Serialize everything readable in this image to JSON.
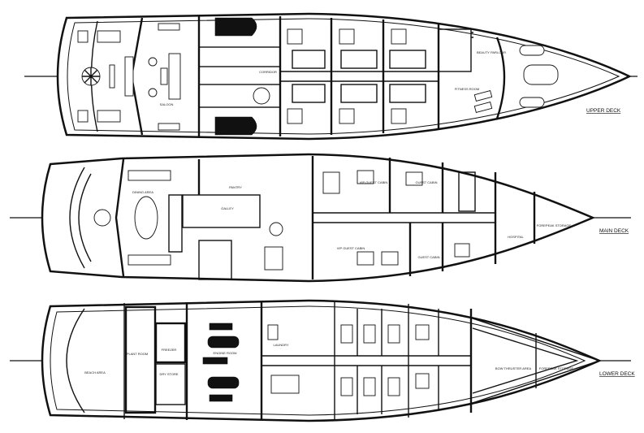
{
  "decks": {
    "upper": {
      "title": "UPPER DECK",
      "rooms": {
        "saloon": "SALOON",
        "fitness": "FITNESS ROOM",
        "beauty": "BEAUTY PARLOUR",
        "corridor": "CORRIDOR"
      }
    },
    "main": {
      "title": "MAIN DECK",
      "rooms": {
        "dining": "DINING AREA",
        "galley": "GALLEY",
        "pantry": "PANTRY",
        "hospital": "HOSPITAL",
        "forepeak": "FOREPEAK STORAGE",
        "vip_guest_1": "VIP GUEST CABIN",
        "vip_guest_2": "VIP GUEST CABIN",
        "guest_1": "GUEST CABIN",
        "guest_2": "GUEST CABIN"
      }
    },
    "lower": {
      "title": "LOWER DECK",
      "rooms": {
        "beach": "BEACH AREA",
        "plant": "PLANT ROOM",
        "freezer": "FREEZER",
        "dry_store": "DRY STORE",
        "engine": "ENGINE ROOM",
        "laundry": "LAUNDRY",
        "bow_thruster": "BOW THRUSTER AREA",
        "forepeak": "FOREPEAK STORAGE"
      }
    }
  }
}
